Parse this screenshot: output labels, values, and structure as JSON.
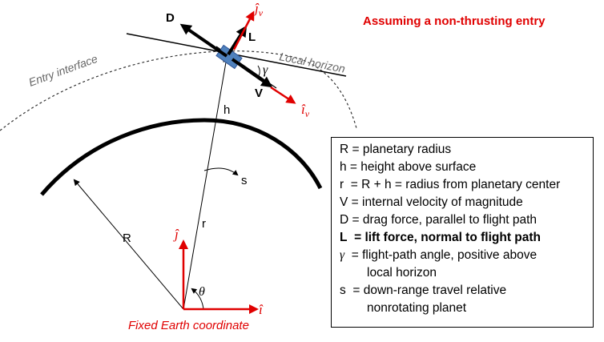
{
  "title": "Assuming a non-thrusting entry",
  "labels": {
    "entry_interface": "Entry interface",
    "local_horizon": "Local horizon",
    "D": "D",
    "L": "L",
    "V": "V",
    "gamma": "γ",
    "j_v": "ĵ",
    "j_v_sub": "v",
    "i_v": "î",
    "i_v_sub": "v",
    "h": "h",
    "s": "s",
    "r": "r",
    "R": "R",
    "theta": "θ",
    "j_hat": "ĵ",
    "i_hat": "î",
    "caption": "Fixed Earth coordinate"
  },
  "legend": [
    {
      "symbol": "R",
      "text": " = planetary radius",
      "bold": false,
      "greek": false
    },
    {
      "symbol": "h",
      "text": " = height above surface",
      "bold": false,
      "greek": false
    },
    {
      "symbol": "r",
      "text": "  = R + h = radius from planetary center",
      "bold": false,
      "greek": false
    },
    {
      "symbol": "V",
      "text": " = internal velocity of magnitude",
      "bold": false,
      "greek": false
    },
    {
      "symbol": "D",
      "text": " = drag force, parallel to flight path",
      "bold": false,
      "greek": false
    },
    {
      "symbol": "L",
      "text": "  = lift force, normal to flight path",
      "bold": true,
      "greek": false
    },
    {
      "symbol": "γ",
      "text": "  = flight-path angle, positive above",
      "bold": false,
      "greek": true,
      "cont": "local horizon"
    },
    {
      "symbol": "s",
      "text": "  = down-range travel relative",
      "bold": false,
      "greek": false,
      "cont": "nonrotating planet"
    }
  ],
  "colors": {
    "accent_red": "#e00000",
    "vehicle_blue": "#4f81bd"
  }
}
